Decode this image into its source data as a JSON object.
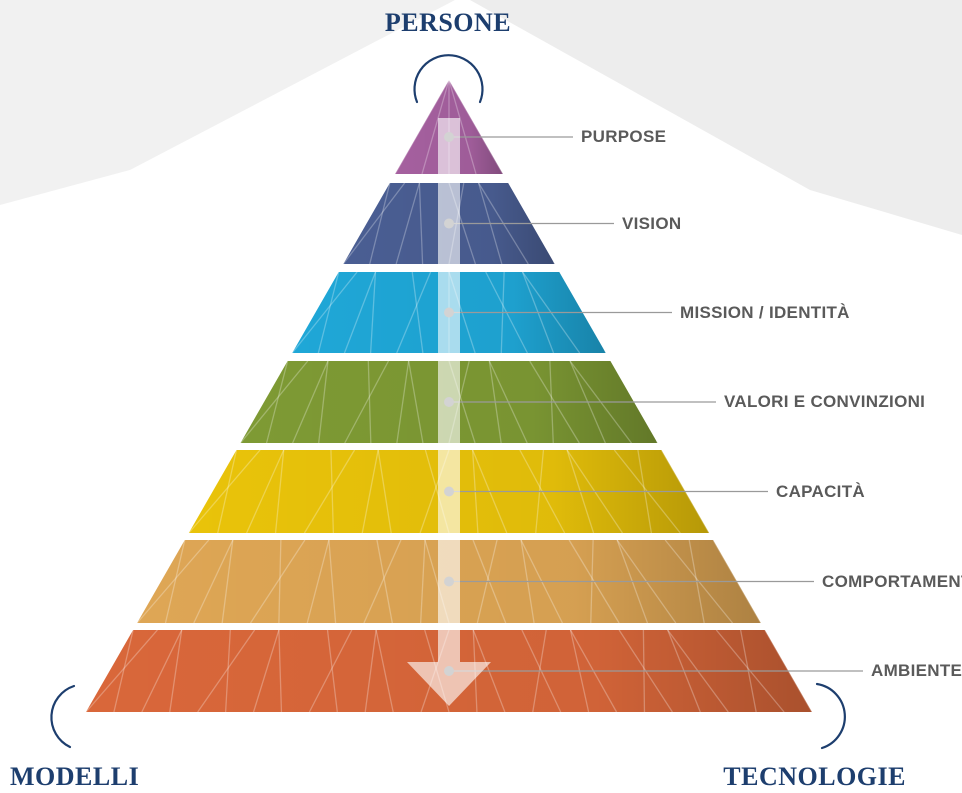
{
  "corners": {
    "top": "PERSONE",
    "left": "MODELLI",
    "right": "TECNOLOGIE"
  },
  "levels": [
    {
      "label": "PURPOSE",
      "color": "#a5609f"
    },
    {
      "label": "VISION",
      "color": "#4a5e93"
    },
    {
      "label": "MISSION / IDENTITÀ",
      "color": "#1fa7d7"
    },
    {
      "label": "VALORI E CONVINZIONI",
      "color": "#7e9a34"
    },
    {
      "label": "CAPACITÀ",
      "color": "#e9c30a"
    },
    {
      "label": "COMPORTAMENTI",
      "color": "#dea655"
    },
    {
      "label": "AMBIENTE",
      "color": "#d9673a"
    }
  ],
  "colors": {
    "corner_text": "#1d3e6e",
    "arc": "#1d3e6e",
    "label_text": "#5a5a5a",
    "leader_line": "#9a9a9a",
    "background_shape": "#ebebeb"
  },
  "icons": {
    "arrow": "down-arrow-icon",
    "corner_arcs": "cycle-arc-icon"
  }
}
